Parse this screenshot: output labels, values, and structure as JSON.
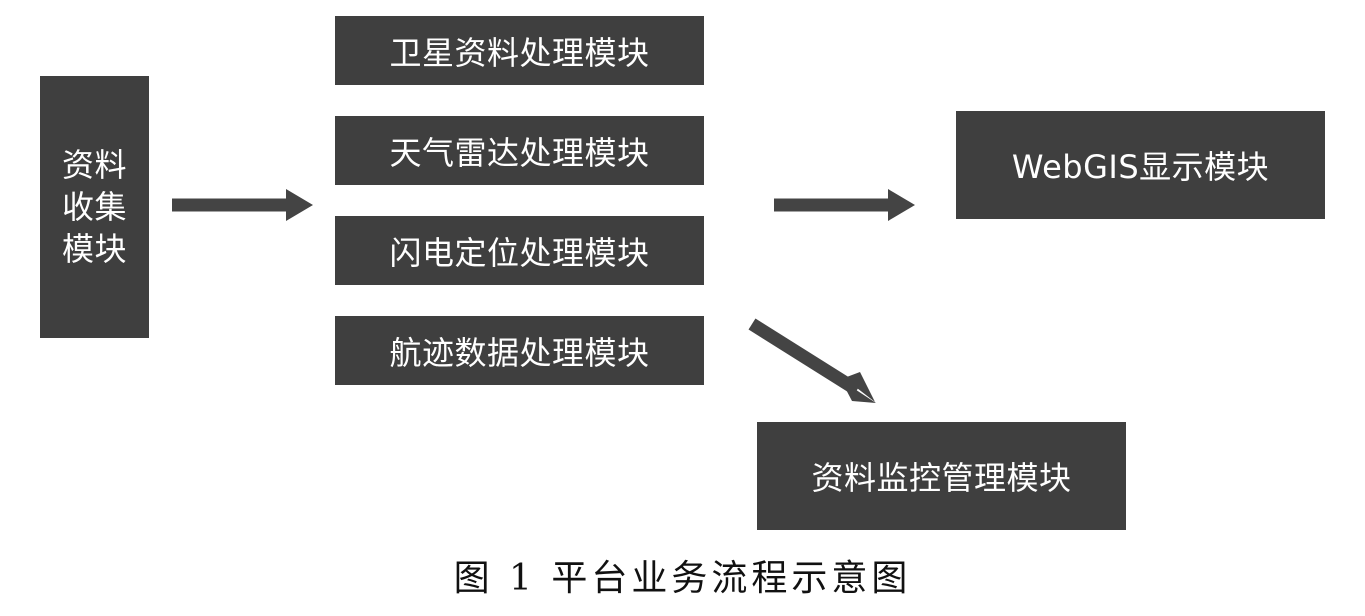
{
  "diagram": {
    "collect_module": {
      "line1": "资料",
      "line2": "收集",
      "line3": "模块"
    },
    "processing_modules": [
      {
        "label": "卫星资料处理模块"
      },
      {
        "label": "天气雷达处理模块"
      },
      {
        "label": "闪电定位处理模块"
      },
      {
        "label": "航迹数据处理模块"
      }
    ],
    "webgis_module": {
      "label": "WebGIS显示模块"
    },
    "monitor_module": {
      "label": "资料监控管理模块"
    },
    "caption": "图 1  平台业务流程示意图"
  },
  "colors": {
    "box_fill": "#3f3f3f",
    "box_text": "#ffffff",
    "arrow": "#444444",
    "caption_text": "#111111"
  }
}
